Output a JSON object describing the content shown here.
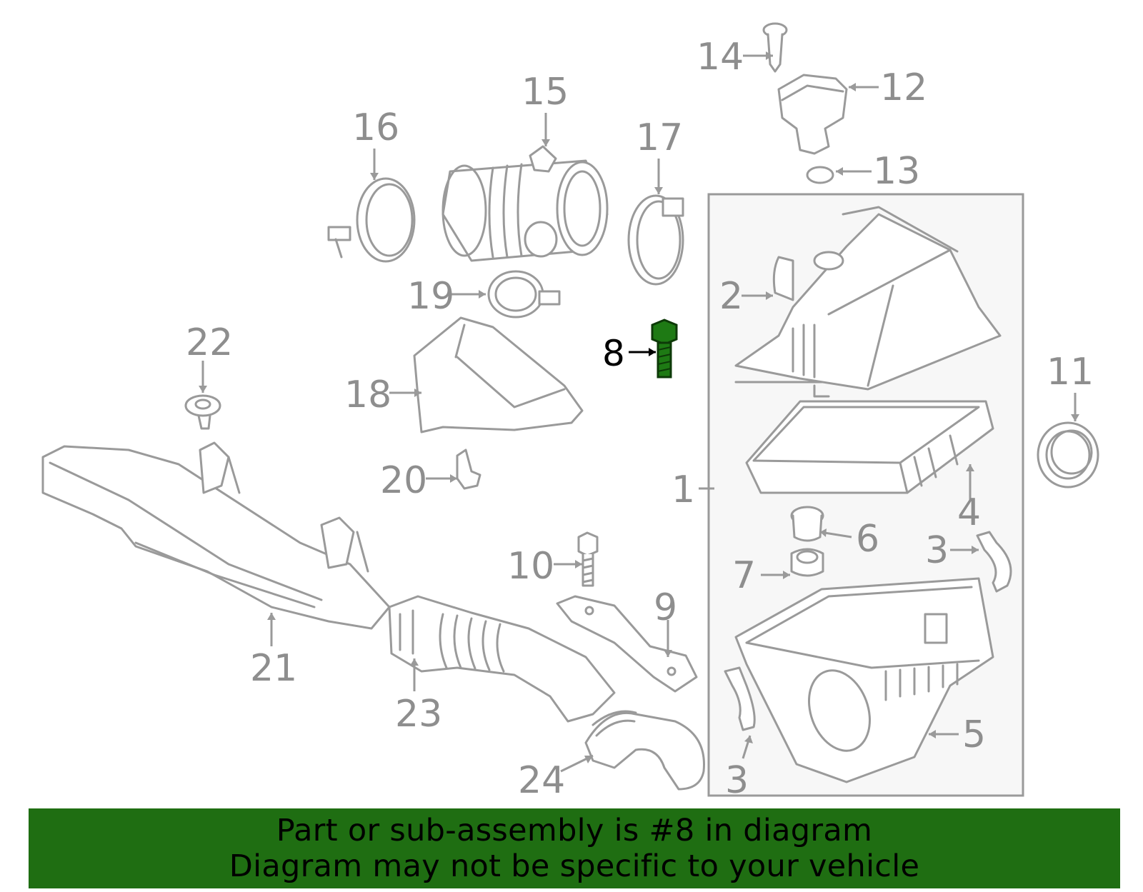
{
  "callouts": {
    "c1": "1",
    "c2": "2",
    "c3a": "3",
    "c3b": "3",
    "c4": "4",
    "c5": "5",
    "c6": "6",
    "c7": "7",
    "c8": "8",
    "c9": "9",
    "c10": "10",
    "c11": "11",
    "c12": "12",
    "c13": "13",
    "c14": "14",
    "c15": "15",
    "c16": "16",
    "c17": "17",
    "c18": "18",
    "c19": "19",
    "c20": "20",
    "c21": "21",
    "c22": "22",
    "c23": "23",
    "c24": "24"
  },
  "highlight": {
    "part": "8",
    "color": "#1e7a14"
  },
  "banner": {
    "line1": "Part or sub-assembly is #8 in diagram",
    "line2": "Diagram may not be specific to your vehicle",
    "background": "#1f6e12"
  },
  "colors": {
    "line": "#9a9a9a",
    "box_fill": "#f7f7f7"
  }
}
